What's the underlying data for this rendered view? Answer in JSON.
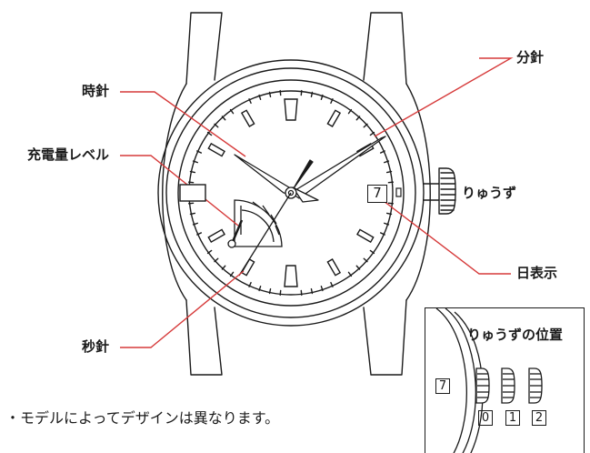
{
  "labels": {
    "hour_hand": "時針",
    "power_reserve": "充電量レベル",
    "second_hand": "秒針",
    "minute_hand": "分針",
    "crown": "りゅうず",
    "date": "日表示"
  },
  "date_value": "7",
  "inset": {
    "title": "りゅうずの位置",
    "date_value": "7",
    "positions": [
      "0",
      "1",
      "2"
    ]
  },
  "note": "・モデルによってデザインは異なります。"
}
